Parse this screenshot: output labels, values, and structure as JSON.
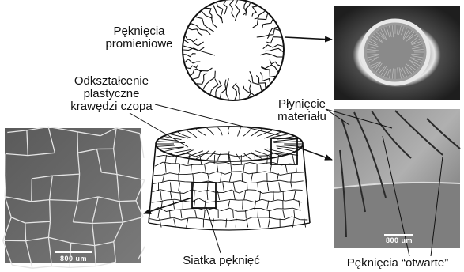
{
  "labels": {
    "radial_cracks_line1": "Pęknięcia",
    "radial_cracks_line2": "promieniowe",
    "plastic_def_line1": "Odkształcenie",
    "plastic_def_line2": "plastyczne",
    "plastic_def_line3": "krawędzi czopa",
    "material_flow_line1": "Płynięcie",
    "material_flow_line2": "materiału",
    "crack_network": "Siatka pęknięć",
    "open_cracks": "Pęknięcia “otwarte”"
  },
  "photos": {
    "crack_network_scale": "800 um",
    "open_cracks_scale": "800 um"
  },
  "colors": {
    "ink": "#111111",
    "photo_dark": "#2a2a2a",
    "photo_mid": "#7a7a7a",
    "photo_light": "#d8d8d8"
  }
}
